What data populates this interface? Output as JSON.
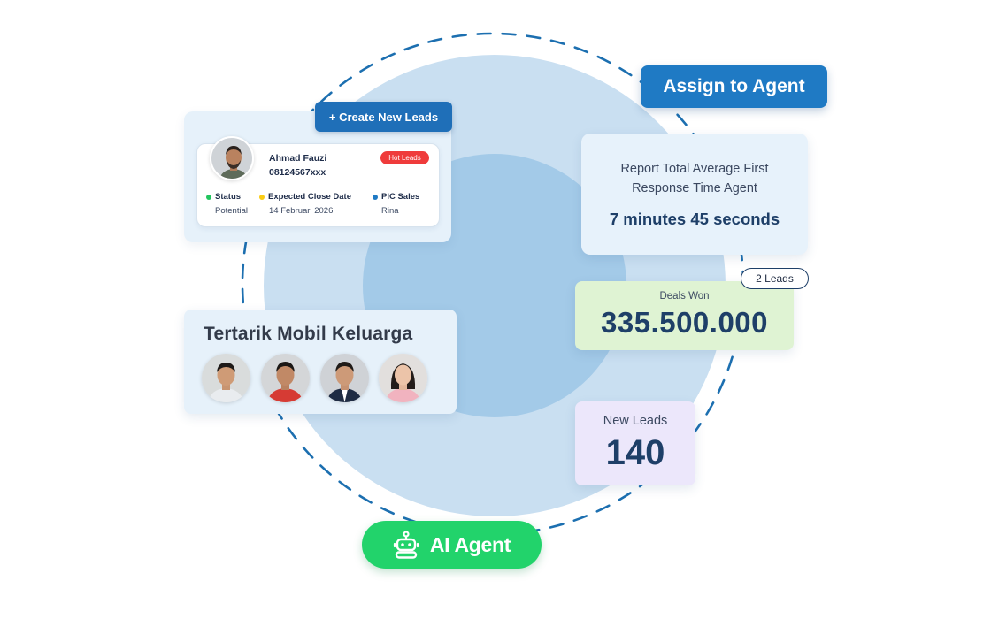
{
  "lead_card": {
    "create_button": "+ Create New Leads",
    "name": "Ahmad Fauzi",
    "phone": "08124567xxx",
    "badge": "Hot Leads",
    "fields": [
      {
        "label": "Status",
        "value": "Potential",
        "dot_color": "#22c55e"
      },
      {
        "label": "Expected Close Date",
        "value": "14 Februari 2026",
        "dot_color": "#facc15"
      },
      {
        "label": "PIC Sales",
        "value": "Rina",
        "dot_color": "#1f7ac4"
      }
    ]
  },
  "assign_button": "Assign to Agent",
  "report": {
    "title": "Report Total Average First Response Time Agent",
    "value": "7 minutes 45 seconds"
  },
  "deals": {
    "label": "Deals Won",
    "value": "335.500.000",
    "badge": "2 Leads"
  },
  "new_leads": {
    "label": "New Leads",
    "value": "140"
  },
  "interest": {
    "title": "Tertarik Mobil Keluarga"
  },
  "ai_agent": {
    "label": "AI Agent",
    "icon": "robot-icon"
  },
  "colors": {
    "primary_blue": "#1f7ac4",
    "navy": "#1e3f68",
    "green": "#22d36b",
    "hot_red": "#ef3b3b"
  }
}
